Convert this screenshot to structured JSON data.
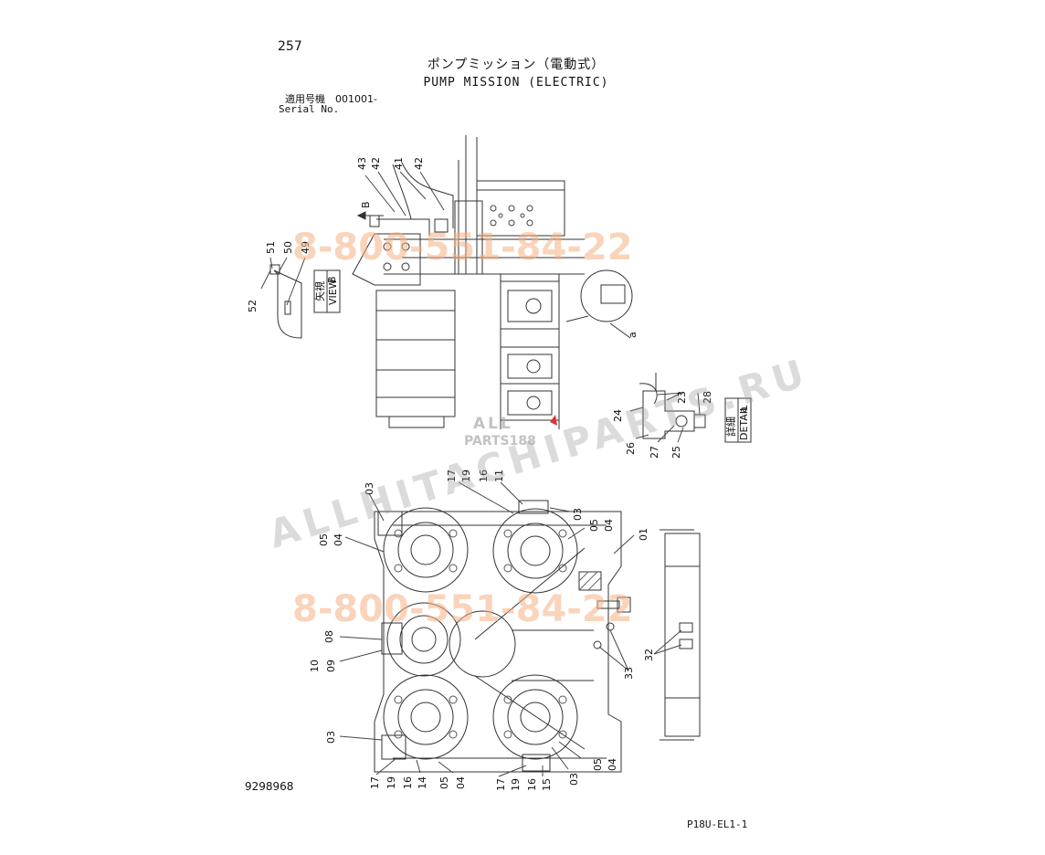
{
  "page_number": "257",
  "title_jp": "ポンプミッション（電動式）",
  "title_en": "PUMP MISSION (ELECTRIC)",
  "serial_jp": "適用号機　001001-",
  "serial_en": "Serial No.",
  "drawing_number": "9298968",
  "sheet_code": "P18U-EL1-1",
  "view_label": {
    "jp": "矢視",
    "en": "VIEW",
    "letter": "B"
  },
  "detail_label": {
    "jp": "詳細",
    "en": "DETAIL",
    "letter": "a"
  },
  "detail_callout": "a",
  "arrow_b": "B",
  "watermarks": {
    "phone": "8-800-551-84-22",
    "site": "ALLHITACHIPARTS.RU",
    "logo_top": "ALL",
    "logo_bottom": "PARTS188"
  },
  "part_numbers": {
    "p43": "43",
    "p42a": "42",
    "p41": "41",
    "p42b": "42",
    "p51": "51",
    "p50": "50",
    "p49": "49",
    "p52": "52",
    "p23": "23",
    "p28": "28",
    "p24": "24",
    "p26": "26",
    "p27": "27",
    "p25": "25",
    "p17a": "17",
    "p19a": "19",
    "p16a": "16",
    "p11": "11",
    "p03a": "03",
    "p05a": "05",
    "p04a": "04",
    "p03b": "03",
    "p05b": "05",
    "p04b": "04",
    "p01": "01",
    "p08": "08",
    "p10": "10",
    "p09": "09",
    "p33": "33",
    "p32": "32",
    "p03c": "03",
    "p03d": "03",
    "p05c": "05",
    "p04c": "04",
    "p17b": "17",
    "p19b": "19",
    "p16b": "16",
    "p14": "14",
    "p05d": "05",
    "p04d": "04",
    "p17c": "17",
    "p19c": "19",
    "p16c": "16",
    "p15": "15"
  }
}
